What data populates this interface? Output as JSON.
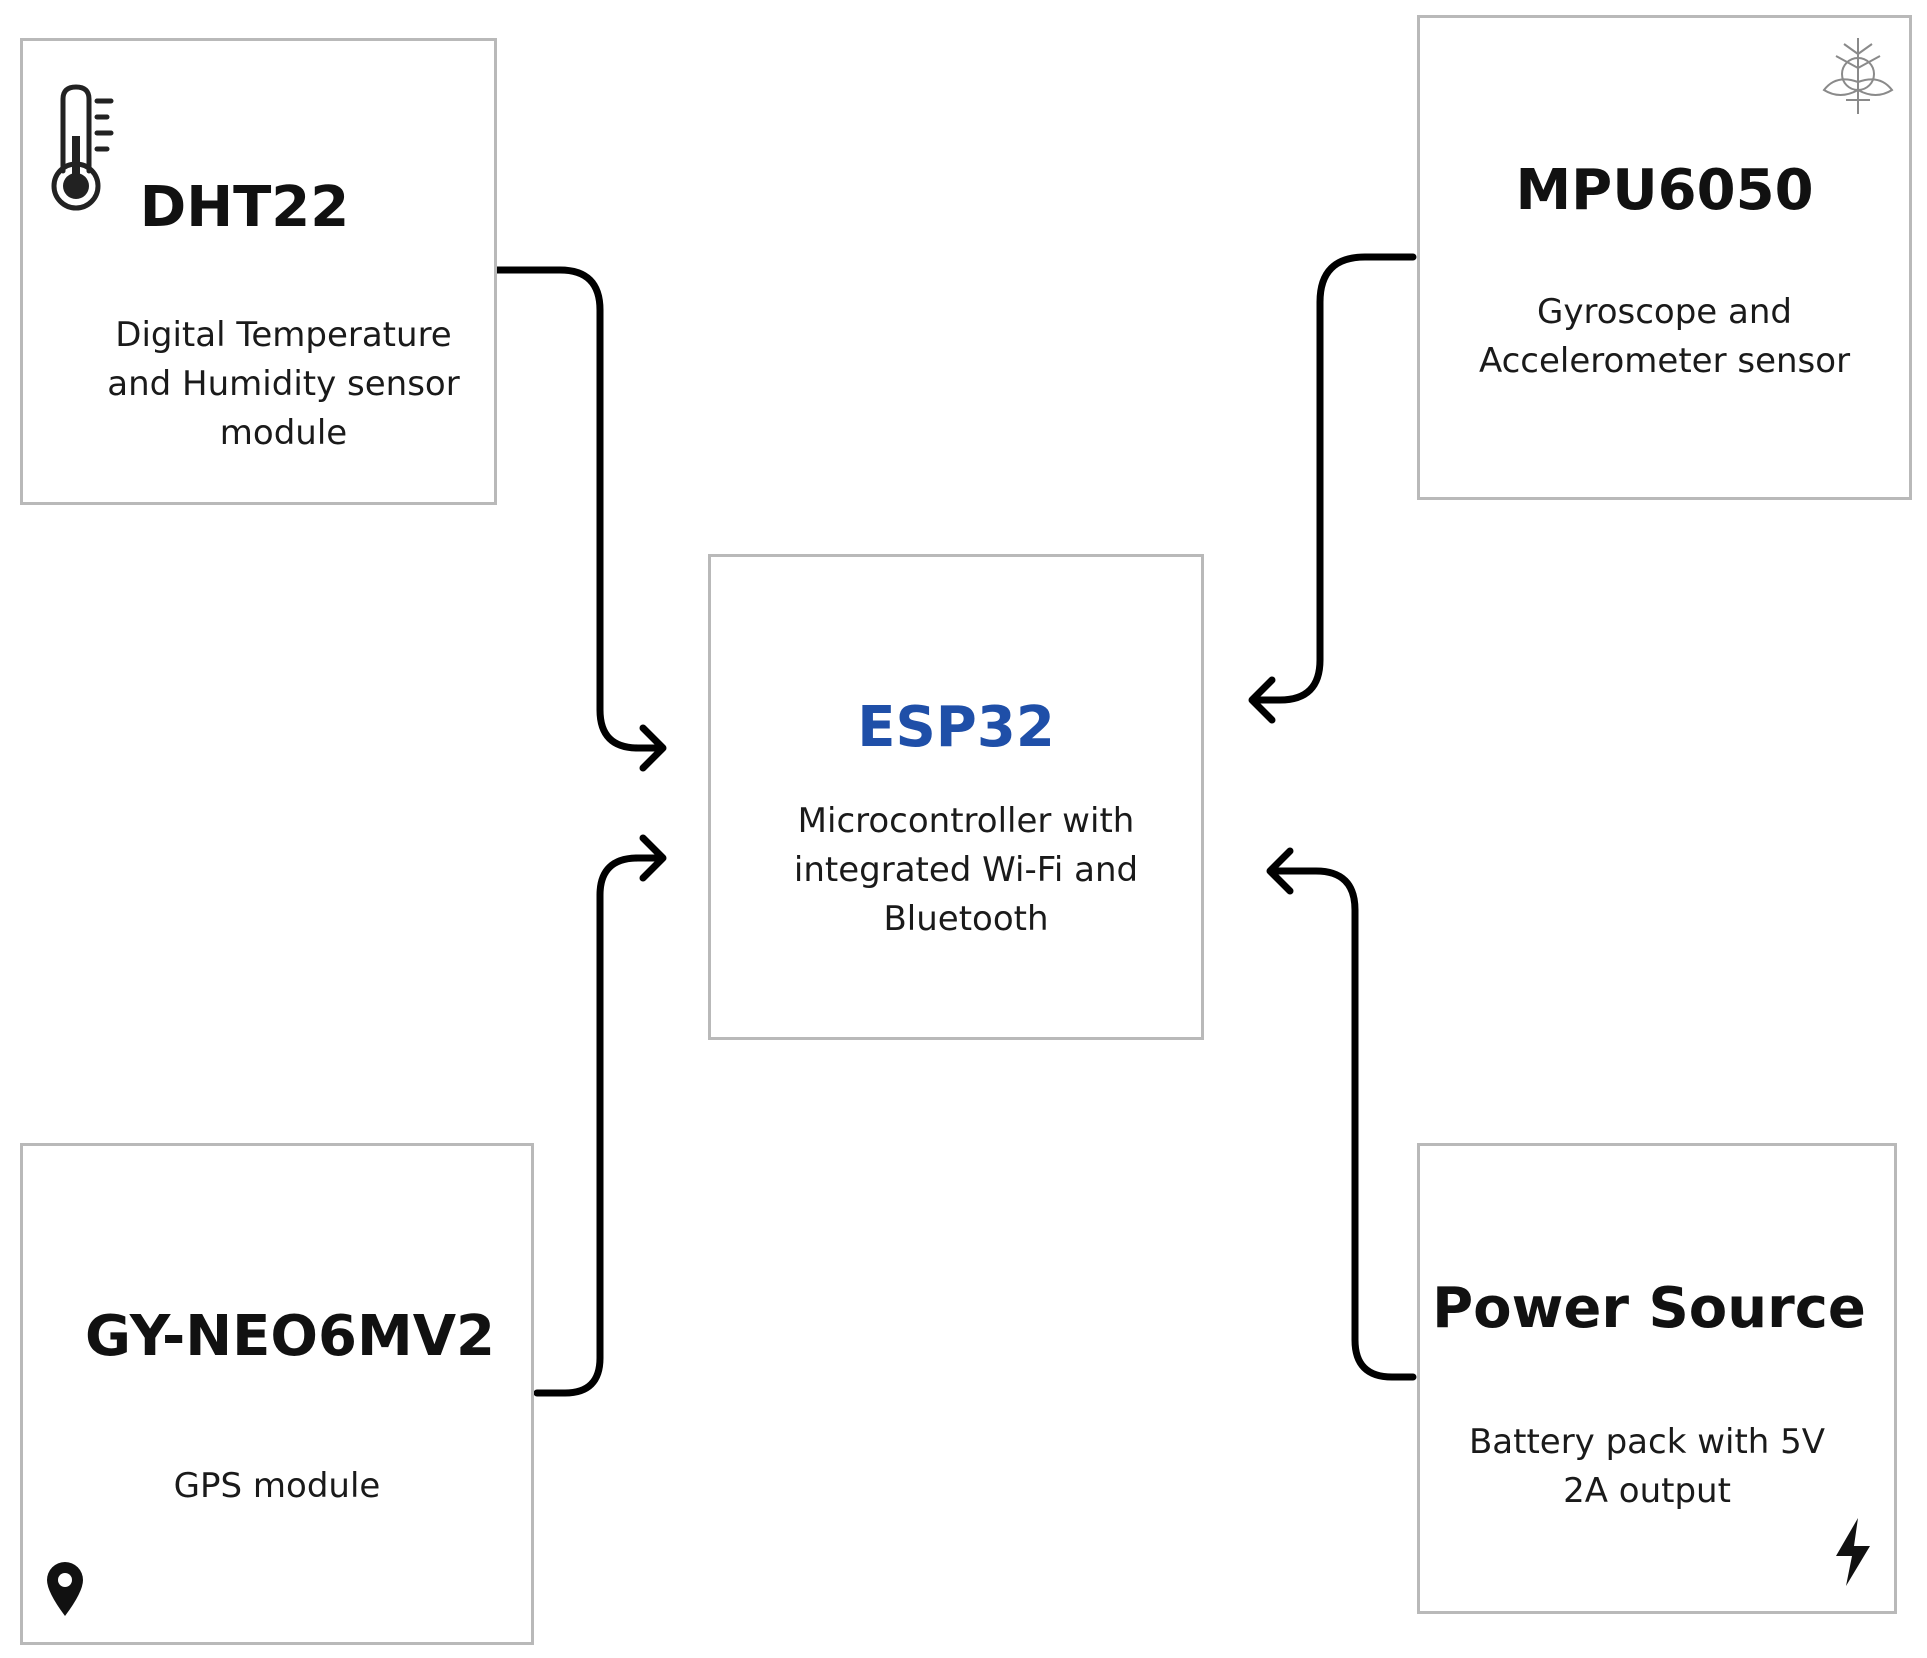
{
  "colors": {
    "border": "#b9b9b9",
    "connector": "#000000",
    "esp32_title": "#1f4fa8",
    "title_text": "#111111"
  },
  "nodes": {
    "dht22": {
      "title": "DHT22",
      "description": "Digital Temperature and Humidity sensor module",
      "icon": "thermometer-icon"
    },
    "mpu6050": {
      "title": "MPU6050",
      "description": "Gyroscope and Accelerometer sensor",
      "icon": "logo-watermark-icon"
    },
    "esp32": {
      "title": "ESP32",
      "description": "Microcontroller with integrated Wi-Fi and Bluetooth"
    },
    "gps": {
      "title": "GY-NEO6MV2",
      "description": "GPS module",
      "icon": "location-pin-icon"
    },
    "power": {
      "title": "Power Source",
      "description": "Battery pack with 5V 2A output",
      "icon": "lightning-bolt-icon"
    }
  },
  "edges": [
    {
      "from": "dht22",
      "to": "esp32"
    },
    {
      "from": "mpu6050",
      "to": "esp32"
    },
    {
      "from": "gps",
      "to": "esp32"
    },
    {
      "from": "power",
      "to": "esp32"
    }
  ]
}
